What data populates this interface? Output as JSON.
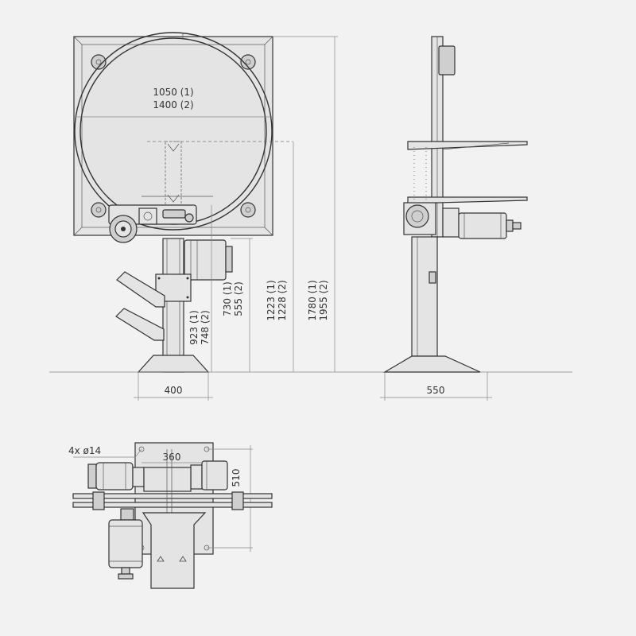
{
  "front_view": {
    "ring_diameter": [
      "1050  (1)",
      "1400  (2)"
    ],
    "dim_a": [
      "923  (1)",
      "748  (2)"
    ],
    "dim_b": [
      "730  (1)",
      "555  (2)"
    ],
    "dim_c": [
      "1223  (1)",
      "1228  (2)"
    ],
    "dim_d": [
      "1780  (1)",
      "1955  (2)"
    ],
    "base_width": "400"
  },
  "side_view": {
    "base_depth": "550"
  },
  "top_view": {
    "holes": "4x ø14",
    "hole_spacing_x": "360",
    "hole_spacing_y": "510"
  }
}
